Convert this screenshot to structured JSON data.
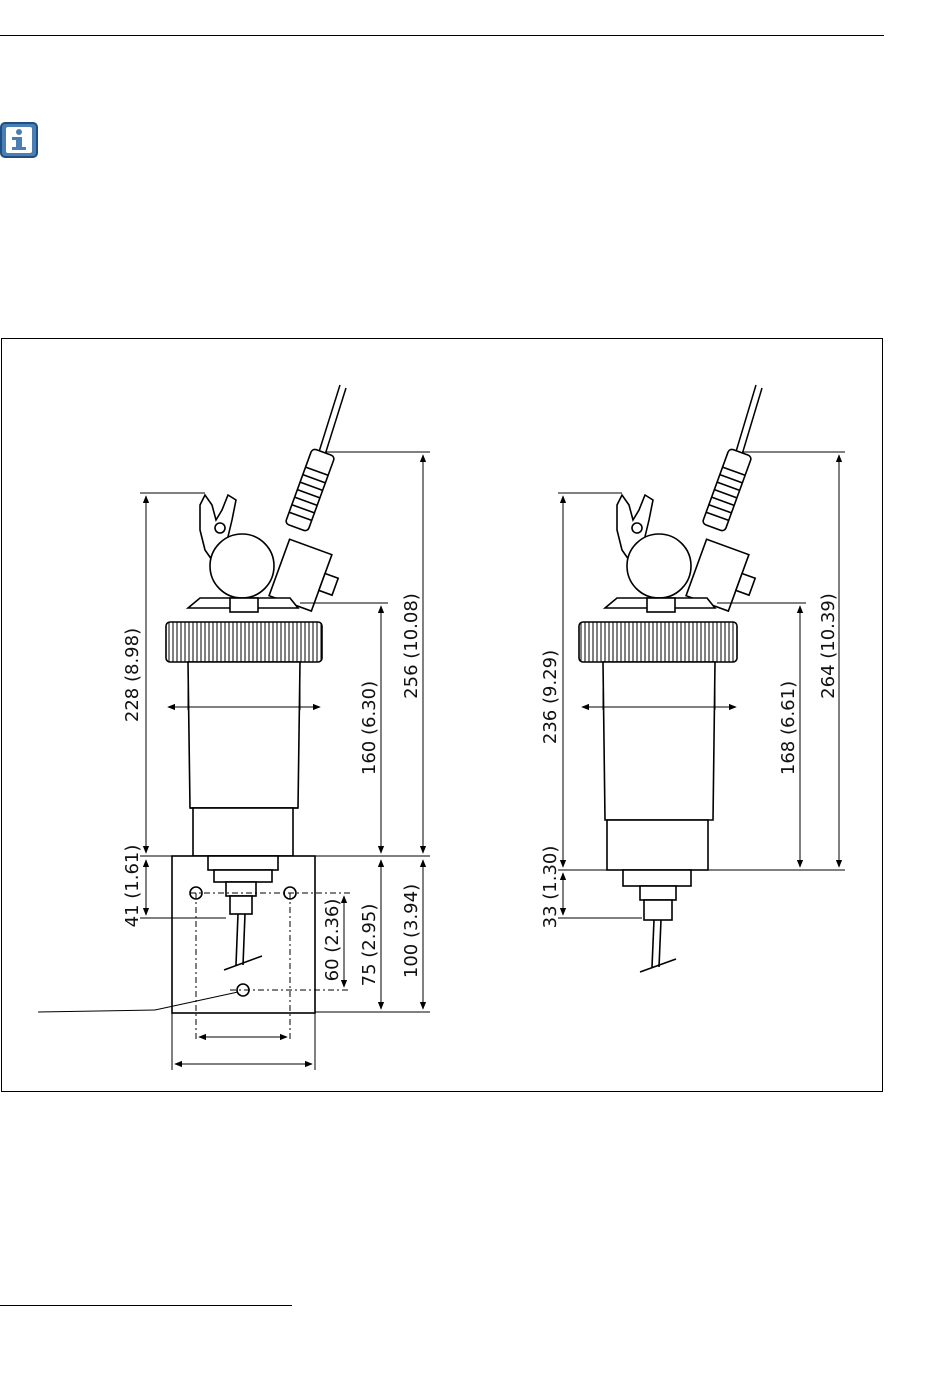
{
  "icons": {
    "info": "info-icon"
  },
  "colors": {
    "info_icon_bg": "#4a7fb5",
    "line": "#000000"
  },
  "figure": {
    "left_view": {
      "dimensions": {
        "overall_height_body": "228 (8.98)",
        "height_to_base": "160 (6.30)",
        "overall_height": "256 (10.08)",
        "flange_offset": "41 (1.61)",
        "hole_spacing": "60 (2.36)",
        "hole_spacing_outer": "75 (2.95)",
        "block_height": "100 (3.94)"
      }
    },
    "right_view": {
      "dimensions": {
        "overall_height_body": "236 (9.29)",
        "height_to_base": "168 (6.61)",
        "overall_height": "264 (10.39)",
        "outlet_offset": "33 (1.30)"
      }
    }
  }
}
